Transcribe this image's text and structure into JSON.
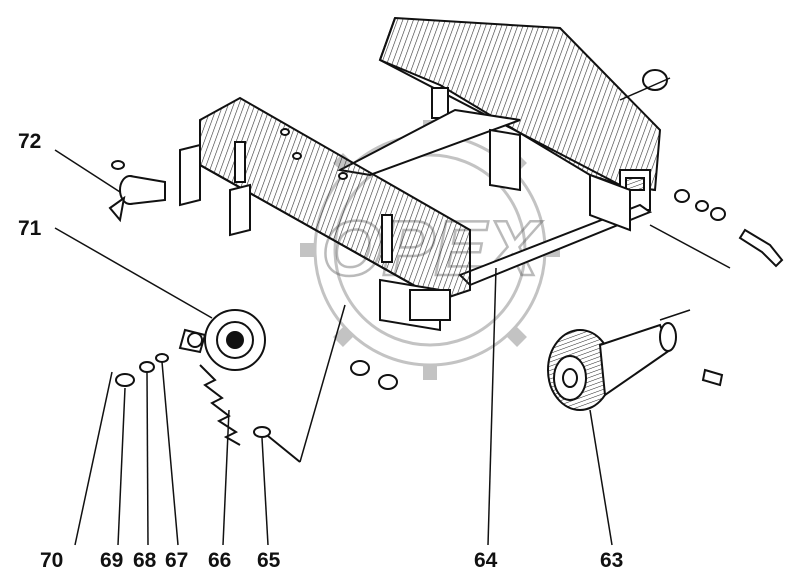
{
  "watermark": {
    "text": "OPEX"
  },
  "parts": [
    {
      "id": "63",
      "label": "63"
    },
    {
      "id": "64",
      "label": "64"
    },
    {
      "id": "65",
      "label": "65"
    },
    {
      "id": "66",
      "label": "66"
    },
    {
      "id": "67",
      "label": "67"
    },
    {
      "id": "68",
      "label": "68"
    },
    {
      "id": "69",
      "label": "69"
    },
    {
      "id": "70",
      "label": "70"
    },
    {
      "id": "71",
      "label": "71"
    },
    {
      "id": "72",
      "label": "72"
    }
  ]
}
